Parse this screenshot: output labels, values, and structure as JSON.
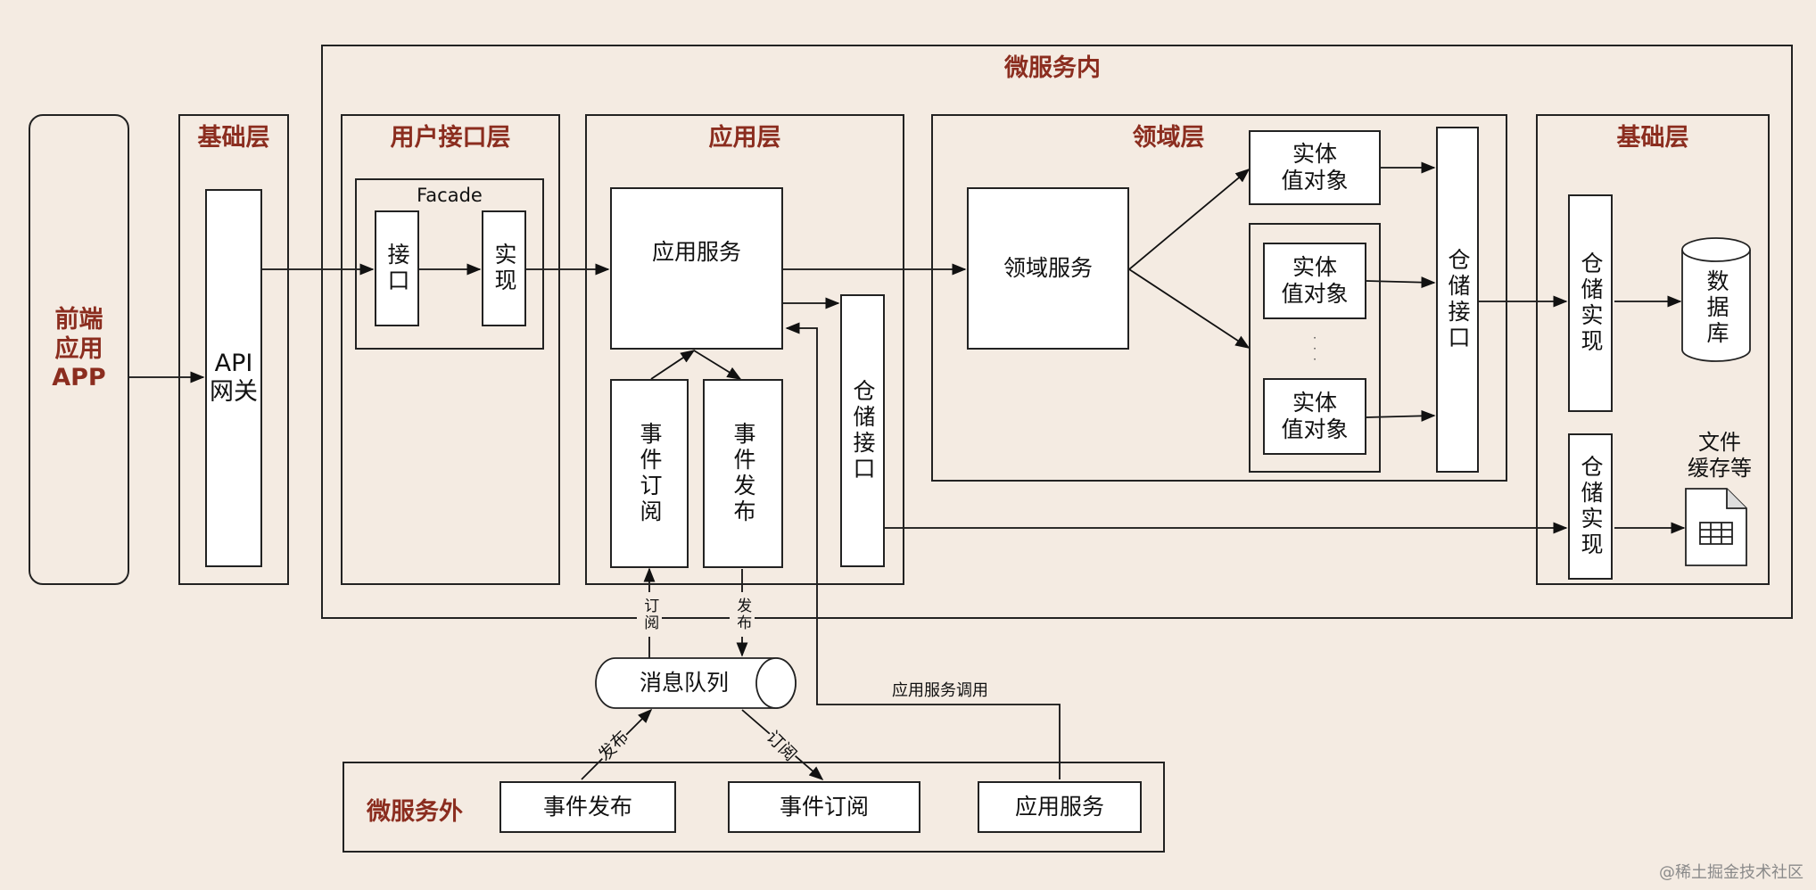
{
  "frontend": {
    "label_line1": "前端",
    "label_line2": "应用",
    "label_line3": "APP"
  },
  "infra_left": {
    "title": "基础层",
    "gateway_line1": "API",
    "gateway_line2": "网关"
  },
  "inside": {
    "title": "微服务内"
  },
  "ui_layer": {
    "title": "用户接口层",
    "facade": "Facade",
    "interface": "接口",
    "impl": "实现"
  },
  "app_layer": {
    "title": "应用层",
    "app_service": "应用服务",
    "event_subscribe": "事件订阅",
    "event_publish": "事件发布",
    "repo_interface": "仓储接口"
  },
  "domain_layer": {
    "title": "领域层",
    "domain_service": "领域服务",
    "entity_top_line1": "实体",
    "entity_top_line2": "值对象",
    "entity_mid_line1": "实体",
    "entity_mid_line2": "值对象",
    "ellipsis": "·\n·\n·",
    "entity_bot_line1": "实体",
    "entity_bot_line2": "值对象",
    "repo_interface": "仓储接口"
  },
  "infra_right": {
    "title": "基础层",
    "repo_impl_1": "仓储实现",
    "repo_impl_2": "仓储实现",
    "database": "数据库",
    "files_line1": "文件",
    "files_line2": "缓存等"
  },
  "queue": {
    "label": "消息队列"
  },
  "edges": {
    "subscribe": "订阅",
    "publish": "发布",
    "publish_outside": "发布",
    "subscribe_outside": "订阅",
    "app_call": "应用服务调用"
  },
  "outside": {
    "title": "微服务外",
    "event_publish": "事件发布",
    "event_subscribe": "事件订阅",
    "app_service": "应用服务"
  },
  "watermark": "@稀土掘金技术社区"
}
